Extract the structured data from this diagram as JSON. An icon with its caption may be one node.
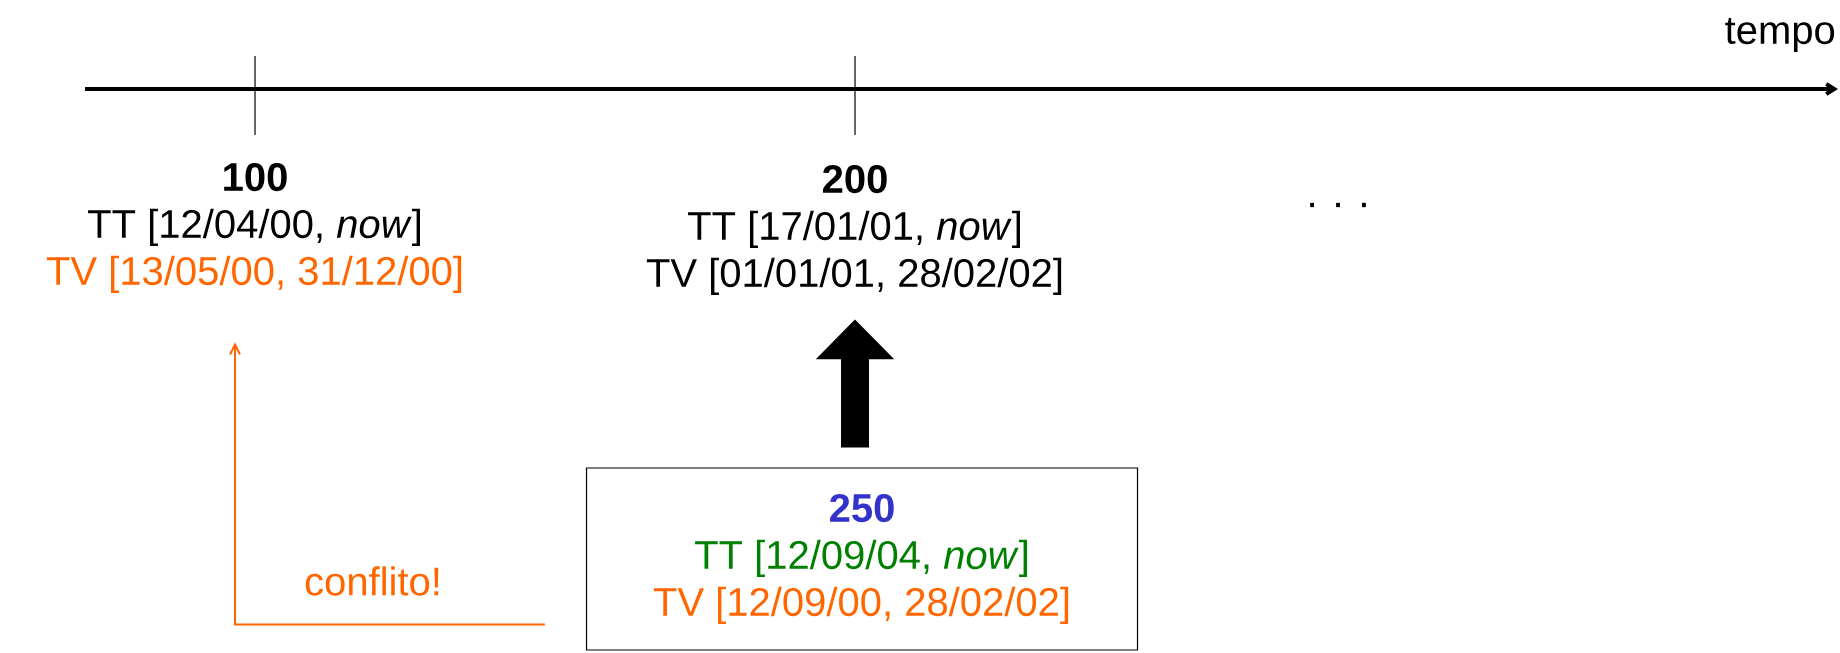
{
  "diagram": {
    "nodes": [
      {
        "text": [
          "100",
          "TT [12/04/00, *now*]",
          "TV [13/05/00, 31/12/00]"
        ]
      },
      {
        "text": [
          "200",
          "TT [17/01/01, *now*]",
          "TV [01/01/01, 28/02/02]"
        ]
      },
      {
        "text": [
          "250",
          "TT [12/09/04, *now*]",
          "TV [12/09/00, 28/02/02]"
        ]
      }
    ],
    "edges": [
      {
        "from": 2,
        "to": 0,
        "arrow": "to",
        "label": "conflito!",
        "color": "#ff6600"
      },
      {
        "from": 2,
        "to": 1,
        "arrow": "to",
        "style": "thick",
        "color": "#000000"
      }
    ],
    "labels": [
      "tempo",
      ". . ."
    ]
  }
}
